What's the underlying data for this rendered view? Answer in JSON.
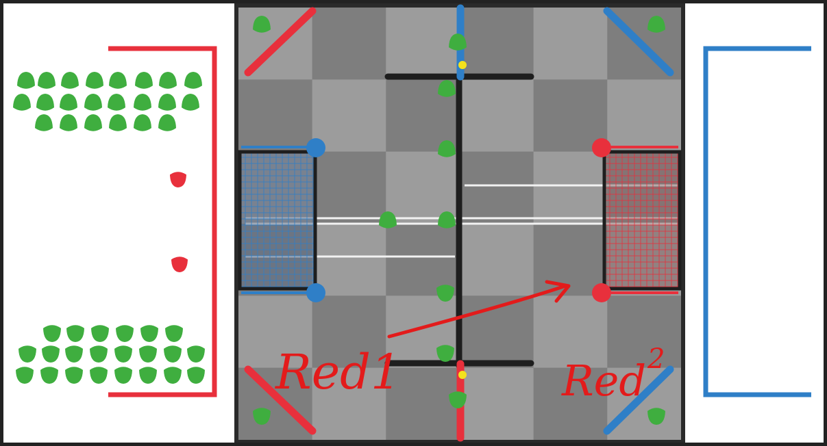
{
  "annotations": {
    "label_left": "Red1",
    "label_right_main": "Red",
    "label_right_sup": "2"
  },
  "colors": {
    "red_alliance": "#e8303c",
    "blue_alliance": "#2f7fc7",
    "triball": "#3fae3f",
    "field_tile_light": "#9c9c9c",
    "field_tile_dark": "#7e7e7e",
    "barrier": "#1e1e1e",
    "annotation_ink": "#e31b1b",
    "elevation_bar_cap": "#f4e21c"
  },
  "counts": {
    "left_top_triball_group": 22,
    "left_bottom_triball_group": 22,
    "red_triball_spares": 2
  }
}
